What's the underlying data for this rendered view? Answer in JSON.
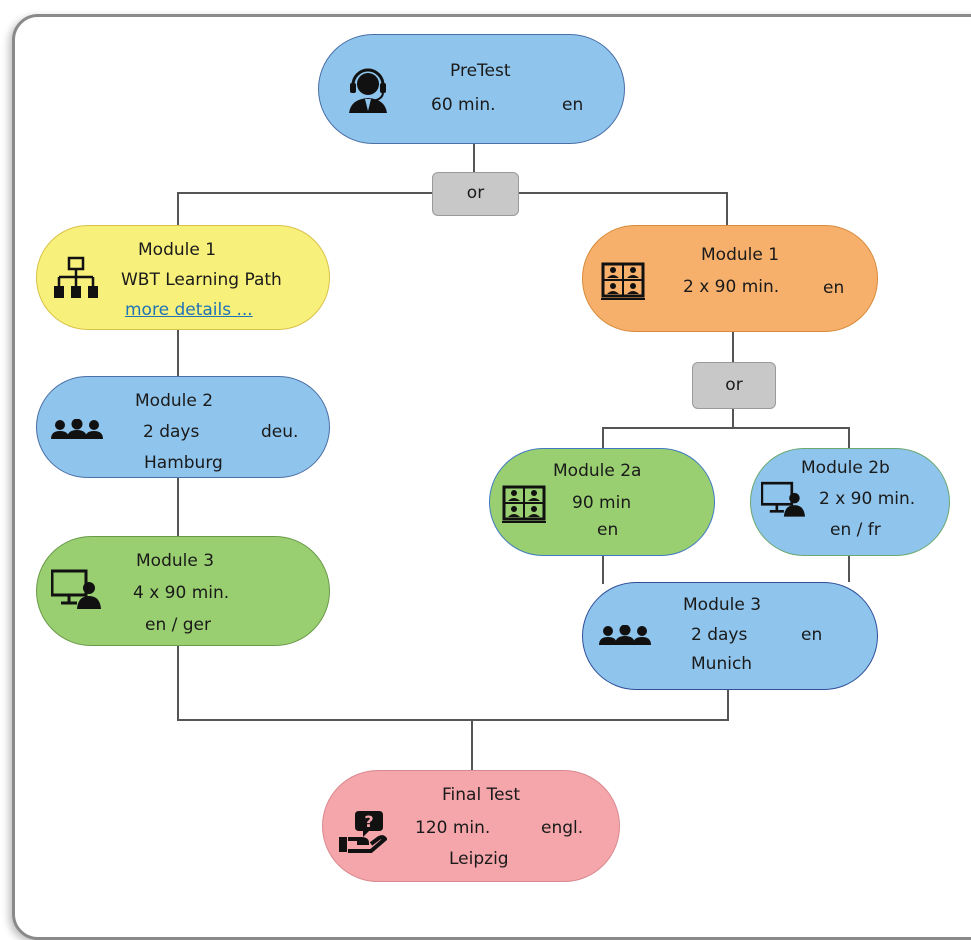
{
  "split_label": "or",
  "pretest": {
    "title": "PreTest",
    "duration": "60 min.",
    "lang": "en",
    "icon": "support-agent-icon"
  },
  "left_module1": {
    "title": "Module 1",
    "subtitle": "WBT Learning Path",
    "link": "more details ...",
    "icon": "hierarchy-icon"
  },
  "left_module2": {
    "title": "Module 2",
    "duration": "2 days",
    "lang": "deu.",
    "location": "Hamburg",
    "icon": "group-icon"
  },
  "left_module3": {
    "title": "Module 3",
    "duration": "4 x 90 min.",
    "lang": "en / ger",
    "icon": "computer-user-icon"
  },
  "right_module1": {
    "title": "Module 1",
    "duration": "2 x 90 min.",
    "lang": "en",
    "icon": "video-conference-icon"
  },
  "module2a": {
    "title": "Module 2a",
    "duration": "90 min",
    "lang": "en",
    "icon": "video-conference-icon"
  },
  "module2b": {
    "title": "Module 2b",
    "duration": "2 x 90 min.",
    "lang": "en / fr",
    "icon": "computer-user-icon"
  },
  "right_module3": {
    "title": "Module 3",
    "duration": "2 days",
    "lang": "en",
    "location": "Munich",
    "icon": "group-icon"
  },
  "final_test": {
    "title": "Final Test",
    "duration": "120 min.",
    "lang": "engl.",
    "location": "Leipzig",
    "icon": "question-hand-icon"
  },
  "colors": {
    "blue": "#8fc4ec",
    "orange": "#f6b06b",
    "yellow": "#f7f07a",
    "green": "#99cf70",
    "pink": "#f4a6ab",
    "gray": "#c8c8c8"
  }
}
